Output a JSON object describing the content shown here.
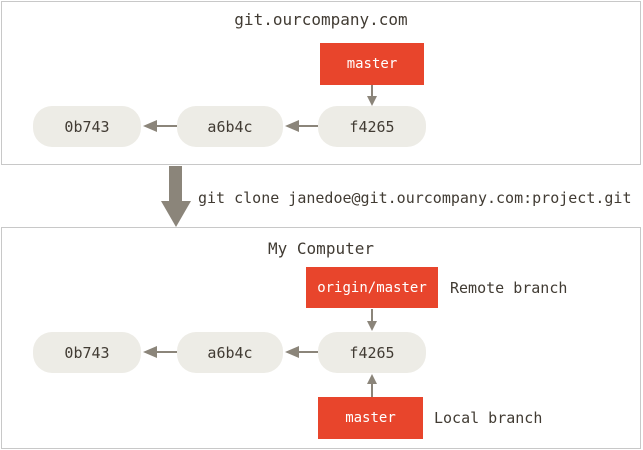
{
  "colors": {
    "branch_bg": "#e8452c",
    "commit_bg": "#edece6",
    "arrow": "#8b857a",
    "text_dark": "#413b33",
    "panel_border": "#c8c8c8"
  },
  "top_panel": {
    "title": "git.ourcompany.com",
    "branch": {
      "label": "master"
    },
    "commits": [
      "0b743",
      "a6b4c",
      "f4265"
    ]
  },
  "clone": {
    "command": "git clone janedoe@git.ourcompany.com:project.git"
  },
  "bottom_panel": {
    "title": "My Computer",
    "remote_branch": {
      "label": "origin/master",
      "annotation": "Remote branch"
    },
    "local_branch": {
      "label": "master",
      "annotation": "Local branch"
    },
    "commits": [
      "0b743",
      "a6b4c",
      "f4265"
    ]
  }
}
